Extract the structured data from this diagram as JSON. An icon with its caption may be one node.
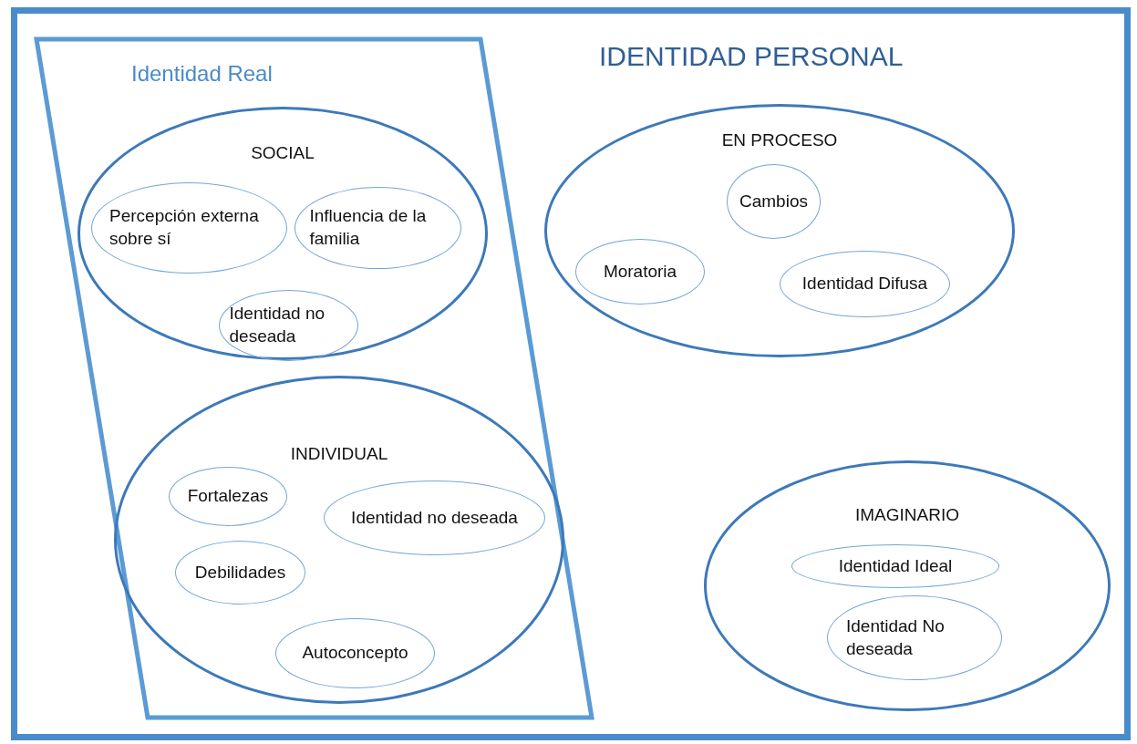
{
  "diagram": {
    "nodes": [
      {
        "text": [
          "IDENTIDAD PERSONAL"
        ]
      },
      {
        "text": [
          "Identidad Real"
        ],
        "in": 0
      },
      {
        "text": [
          "SOCIAL"
        ],
        "in": 1
      },
      {
        "text": [
          "Percepción externa sobre sí"
        ],
        "in": 2
      },
      {
        "text": [
          "Influencia de la familia"
        ],
        "in": 2
      },
      {
        "text": [
          "Identidad no deseada"
        ],
        "in": 2
      },
      {
        "text": [
          "INDIVIDUAL"
        ],
        "in": 1
      },
      {
        "text": [
          "Fortalezas"
        ],
        "in": 6
      },
      {
        "text": [
          "Identidad no deseada"
        ],
        "in": 6
      },
      {
        "text": [
          "Debilidades"
        ],
        "in": 6
      },
      {
        "text": [
          "Autoconcepto"
        ],
        "in": 6
      },
      {
        "text": [
          "EN PROCESO"
        ],
        "in": 0
      },
      {
        "text": [
          "Cambios"
        ],
        "in": 11
      },
      {
        "text": [
          "Moratoria"
        ],
        "in": 11
      },
      {
        "text": [
          "Identidad Difusa"
        ],
        "in": 11
      },
      {
        "text": [
          "IMAGINARIO"
        ],
        "in": 0
      },
      {
        "text": [
          "Identidad Ideal"
        ],
        "in": 15
      },
      {
        "text": [
          "Identidad No deseada"
        ],
        "in": 15
      }
    ]
  }
}
